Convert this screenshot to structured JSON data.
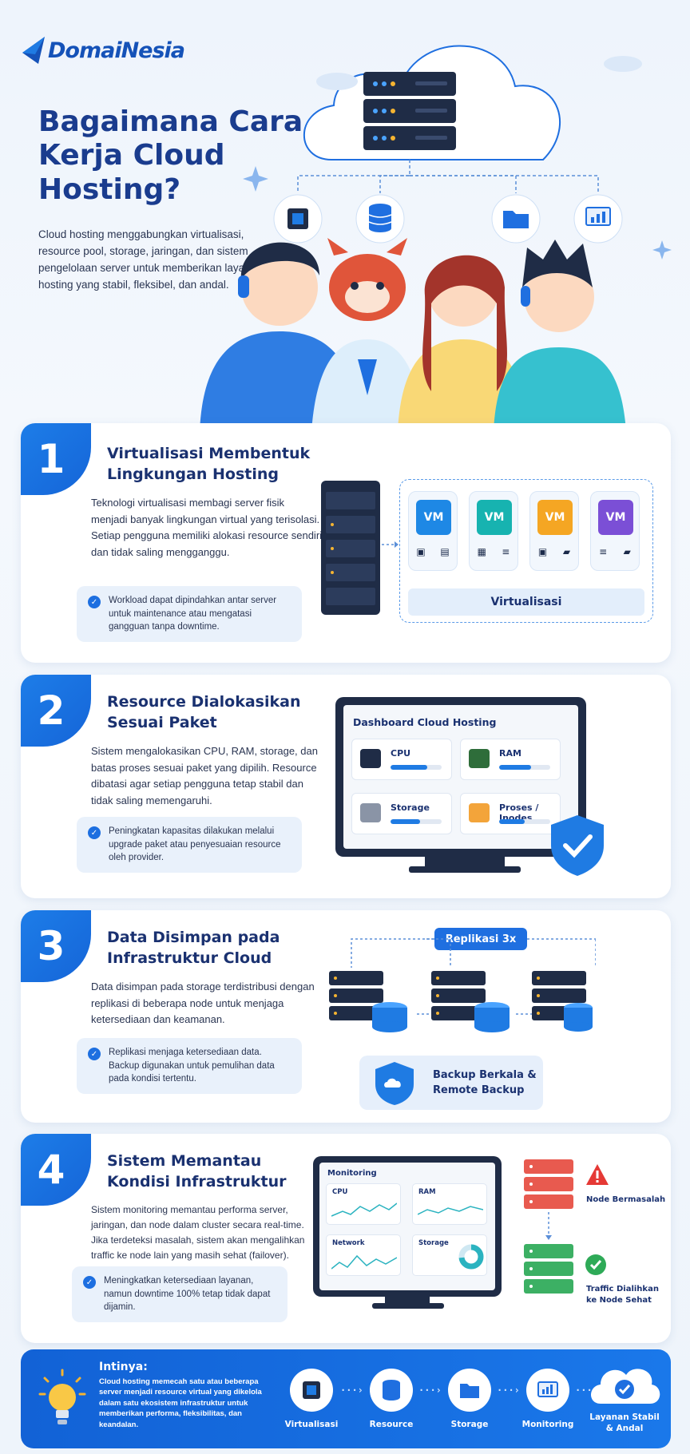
{
  "brand": {
    "name": "DomaiNesia"
  },
  "hero": {
    "title": "Bagaimana Cara Kerja Cloud Hosting?",
    "description": "Cloud hosting menggabungkan virtualisasi, resource pool, storage, jaringan, dan sistem pengelolaan server untuk memberikan layanan hosting yang stabil, fleksibel, dan andal.",
    "icons": [
      "chip-icon",
      "database-icon",
      "folder-icon",
      "chart-icon"
    ]
  },
  "steps": [
    {
      "number": "1",
      "title": "Virtualisasi Membentuk Lingkungan Hosting",
      "description": "Teknologi virtualisasi membagi server fisik menjadi banyak lingkungan virtual yang terisolasi. Setiap pengguna memiliki alokasi resource sendiri dan tidak saling mengganggu.",
      "note": "Workload dapat dipindahkan antar server untuk maintenance atau mengatasi gangguan tanpa downtime.",
      "vm_label": "VM",
      "vm_colors": [
        "#1e88e5",
        "#17b3b0",
        "#f5a623",
        "#7b4fd6"
      ],
      "panel_label": "Virtualisasi"
    },
    {
      "number": "2",
      "title": "Resource Dialokasikan Sesuai Paket",
      "description": "Sistem mengalokasikan CPU, RAM, storage, dan batas proses sesuai paket yang dipilih. Resource dibatasi agar setiap pengguna tetap stabil dan tidak saling memengaruhi.",
      "note": "Peningkatan kapasitas dilakukan melalui upgrade paket atau penyesuaian resource oleh provider.",
      "dashboard_title": "Dashboard Cloud Hosting",
      "tiles": [
        {
          "label": "CPU",
          "usage": 0.72
        },
        {
          "label": "RAM",
          "usage": 0.62
        },
        {
          "label": "Storage",
          "usage": 0.58
        },
        {
          "label": "Proses / Inodes",
          "usage": 0.5
        }
      ]
    },
    {
      "number": "3",
      "title": "Data Disimpan pada Infrastruktur Cloud",
      "description": "Data disimpan pada storage terdistribusi dengan replikasi di beberapa node untuk menjaga ketersediaan dan keamanan.",
      "note": "Replikasi menjaga ketersediaan data. Backup digunakan untuk pemulihan data pada kondisi tertentu.",
      "replication_badge": "Replikasi 3x",
      "backup_label": "Backup Berkala & Remote Backup"
    },
    {
      "number": "4",
      "title": "Sistem Memantau Kondisi Infrastruktur",
      "description": "Sistem monitoring memantau performa server, jaringan, dan node dalam cluster secara real-time. Jika terdeteksi masalah, sistem akan mengalihkan traffic ke node lain yang masih sehat (failover).",
      "note": "Meningkatkan ketersediaan layanan, namun downtime 100% tetap tidak dapat dijamin.",
      "monitor_title": "Monitoring",
      "panels": [
        "CPU",
        "RAM",
        "Network",
        "Storage"
      ],
      "node_bad": "Node Bermasalah",
      "node_ok": "Traffic Dialihkan ke Node Sehat"
    }
  ],
  "summary": {
    "title": "Intinya:",
    "description": "Cloud hosting memecah satu atau beberapa server menjadi resource virtual yang dikelola dalam satu ekosistem infrastruktur untuk memberikan performa, fleksibilitas, dan keandalan.",
    "flow": [
      "Virtualisasi",
      "Resource",
      "Storage",
      "Monitoring"
    ],
    "final": "Layanan Stabil & Andal"
  },
  "colors": {
    "primary": "#1d6fe0",
    "navy": "#1a3170",
    "danger": "#e53935",
    "success": "#2eaa57"
  }
}
